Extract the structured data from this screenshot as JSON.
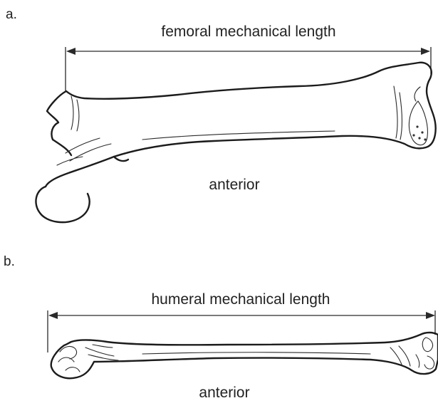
{
  "panel_a": {
    "letter": "a.",
    "measure_label": "femoral mechanical length",
    "orientation_label": "anterior",
    "bone": "femur"
  },
  "panel_b": {
    "letter": "b.",
    "measure_label": "humeral mechanical length",
    "orientation_label": "anterior",
    "bone": "humerus"
  }
}
